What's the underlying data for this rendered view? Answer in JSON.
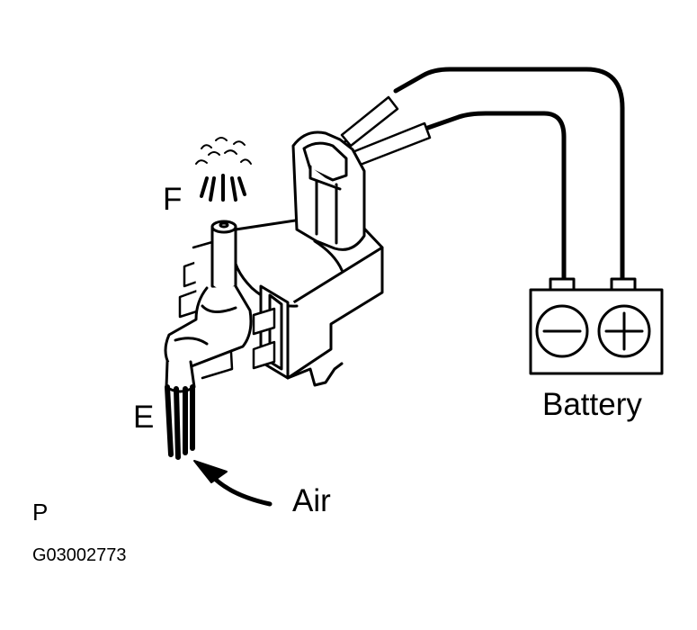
{
  "labels": {
    "port_f": "F",
    "port_e": "E",
    "air": "Air",
    "battery": "Battery",
    "corner_mark": "P",
    "figure_code": "G03002773"
  },
  "colors": {
    "line": "#000000",
    "background": "#ffffff"
  },
  "icons": {
    "battery_negative": "minus-terminal-icon",
    "battery_positive": "plus-terminal-icon"
  }
}
